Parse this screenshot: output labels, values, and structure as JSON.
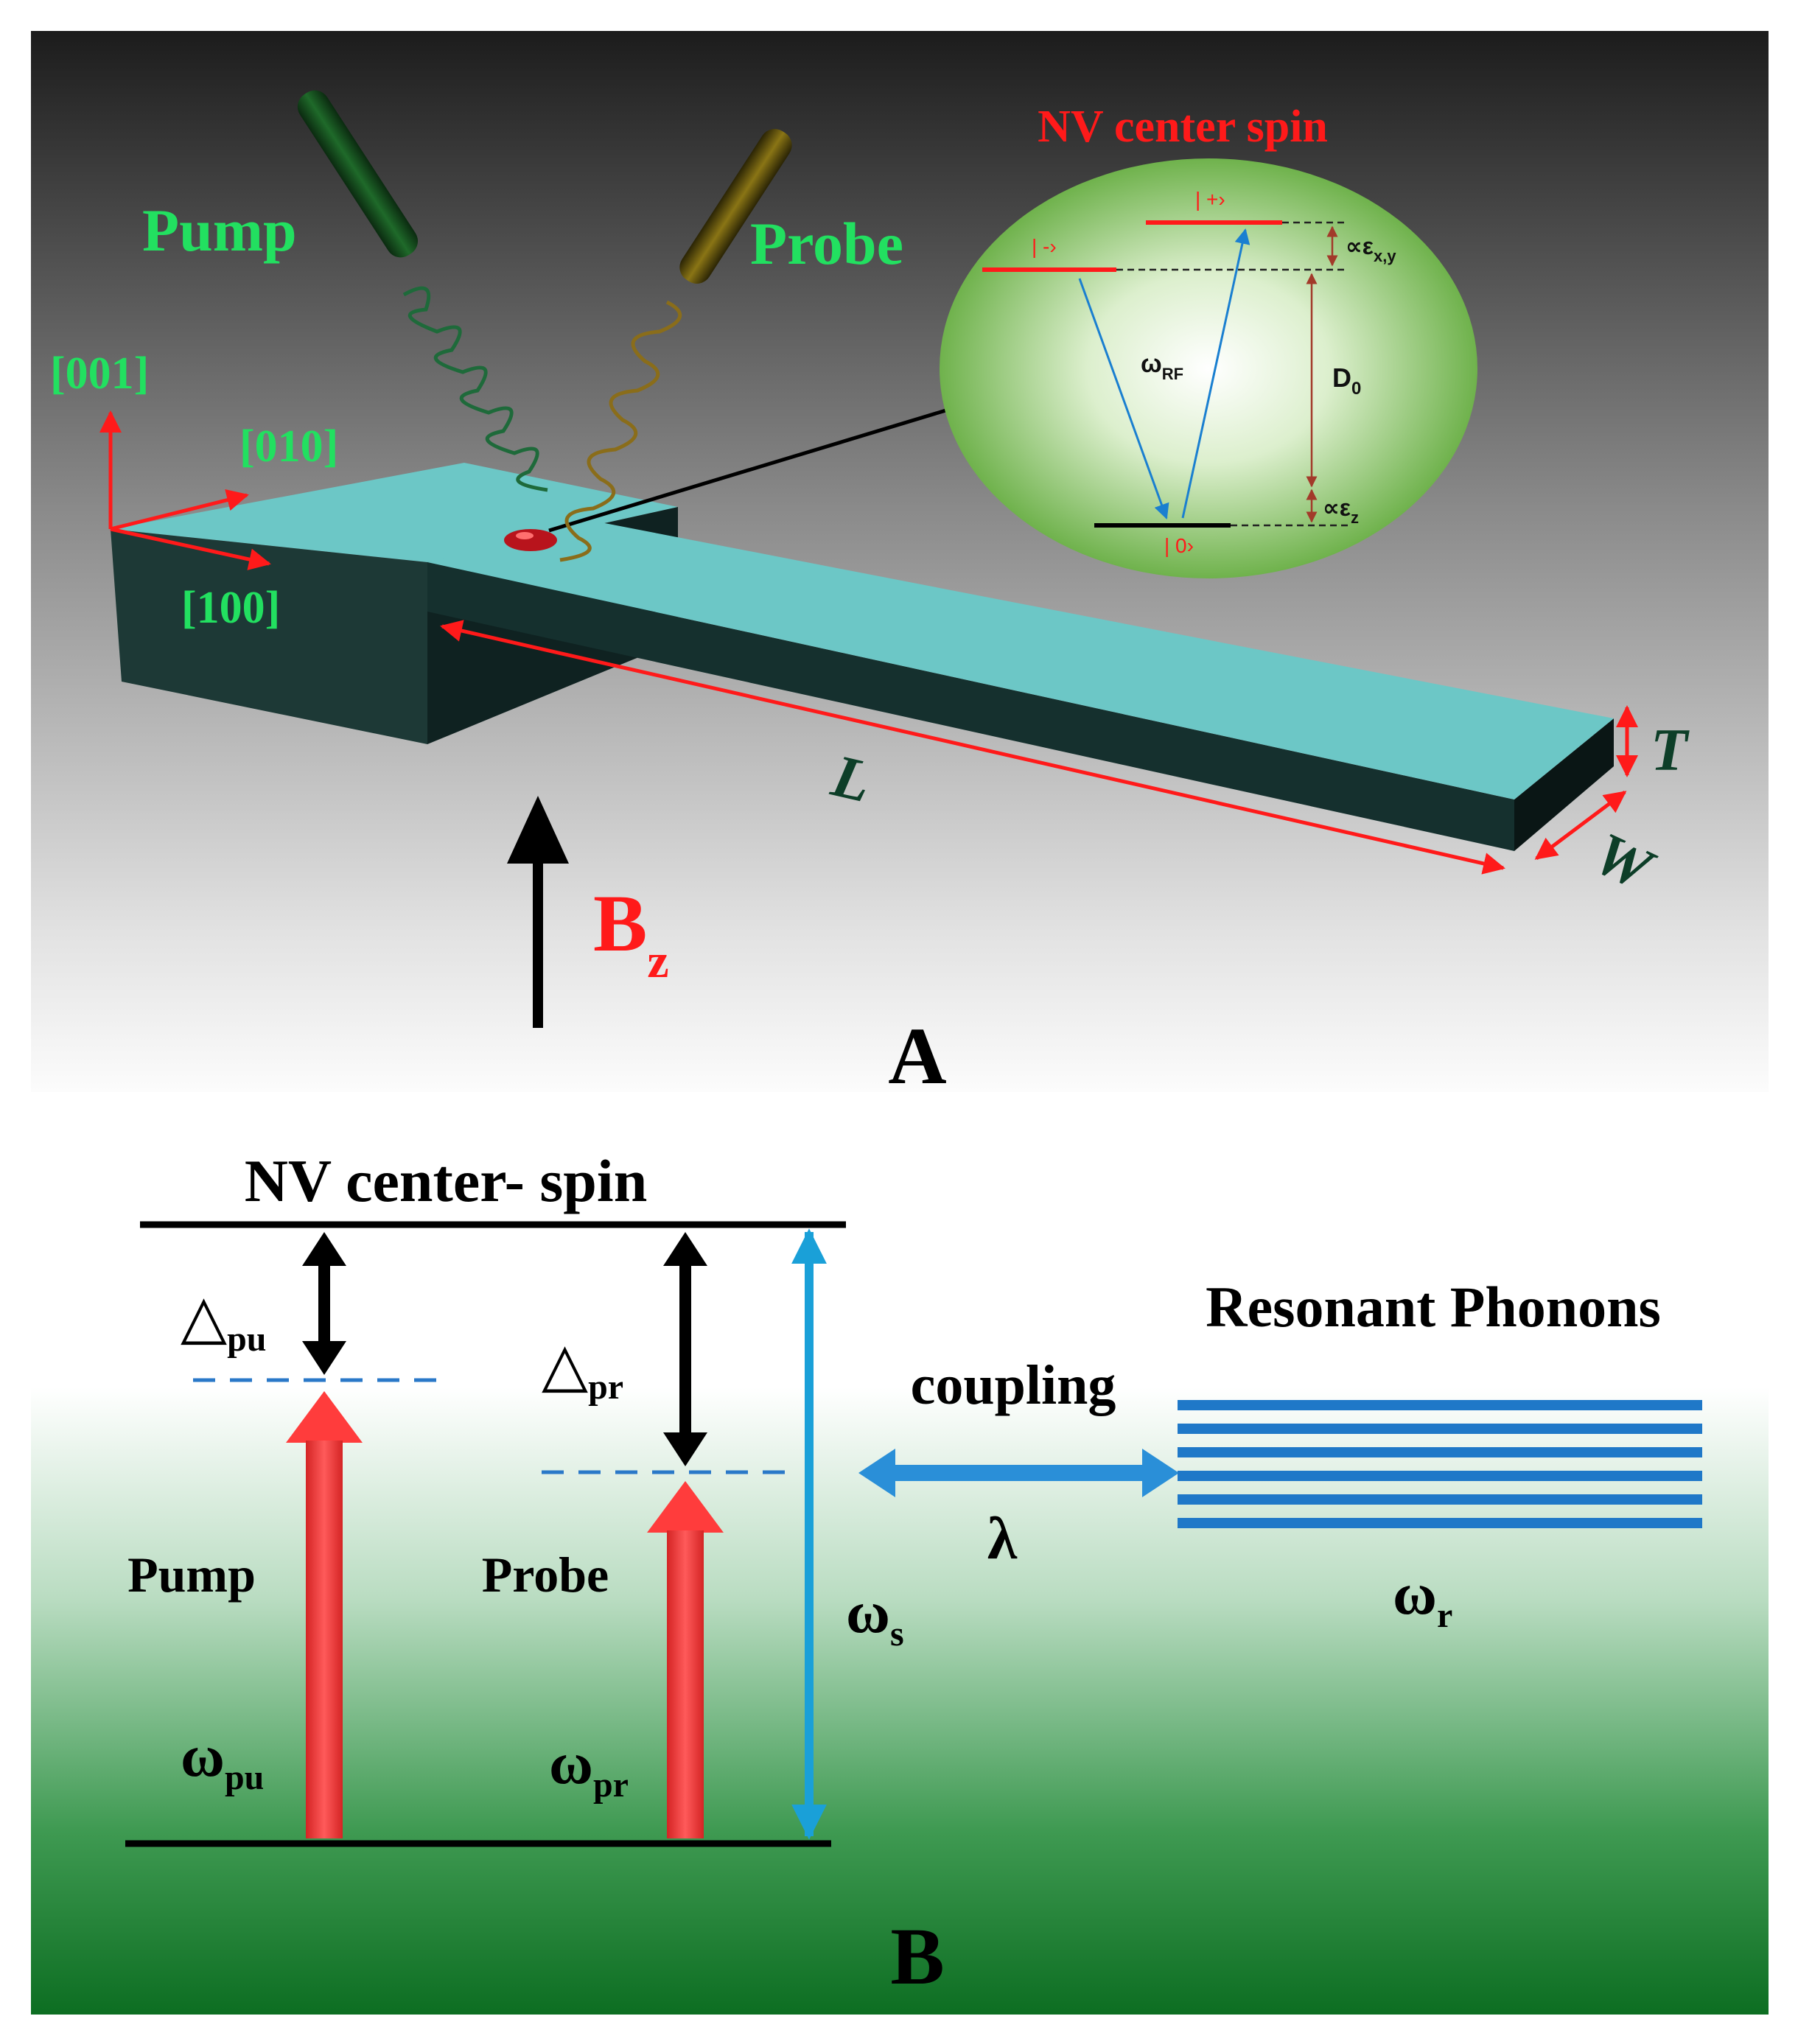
{
  "panel_a": {
    "label": "A",
    "pump_label": "Pump",
    "probe_label": "Probe",
    "axis_001": "[001]",
    "axis_010": "[010]",
    "axis_100": "[100]",
    "length_label": "L",
    "thickness_label": "T",
    "width_label": "W",
    "field_main": "B",
    "field_sub": "z",
    "inset": {
      "title": "NV center spin",
      "state_plus": "| +›",
      "state_minus": "| -›",
      "state_zero": "| 0›",
      "omega_main": "ω",
      "omega_sub": "RF",
      "d0_main": "D",
      "d0_sub": "0",
      "exy_prefix": "∝ε",
      "exy_sub": "x,y",
      "ez_prefix": "∝ε",
      "ez_sub": "z"
    }
  },
  "panel_b": {
    "label": "B",
    "title": "NV center- spin",
    "delta_pu_main": "△",
    "delta_pu_sub": "pu",
    "delta_pr_main": "△",
    "delta_pr_sub": "pr",
    "pump_label": "Pump",
    "probe_label": "Probe",
    "omega_pu_main": "ω",
    "omega_pu_sub": "pu",
    "omega_pr_main": "ω",
    "omega_pr_sub": "pr",
    "omega_s_main": "ω",
    "omega_s_sub": "s",
    "coupling_label": "coupling",
    "lambda_label": "λ",
    "phonons_title": "Resonant Phonons",
    "omega_r_main": "ω",
    "omega_r_sub": "r"
  },
  "colors": {
    "red": "#ff1a1a",
    "green_label": "#22e060",
    "cantilever_top": "#6cc7c6",
    "cantilever_side": "#15302e",
    "cyan_arrow": "#1aa0d8",
    "phonon_blue": "#1f78c8"
  }
}
